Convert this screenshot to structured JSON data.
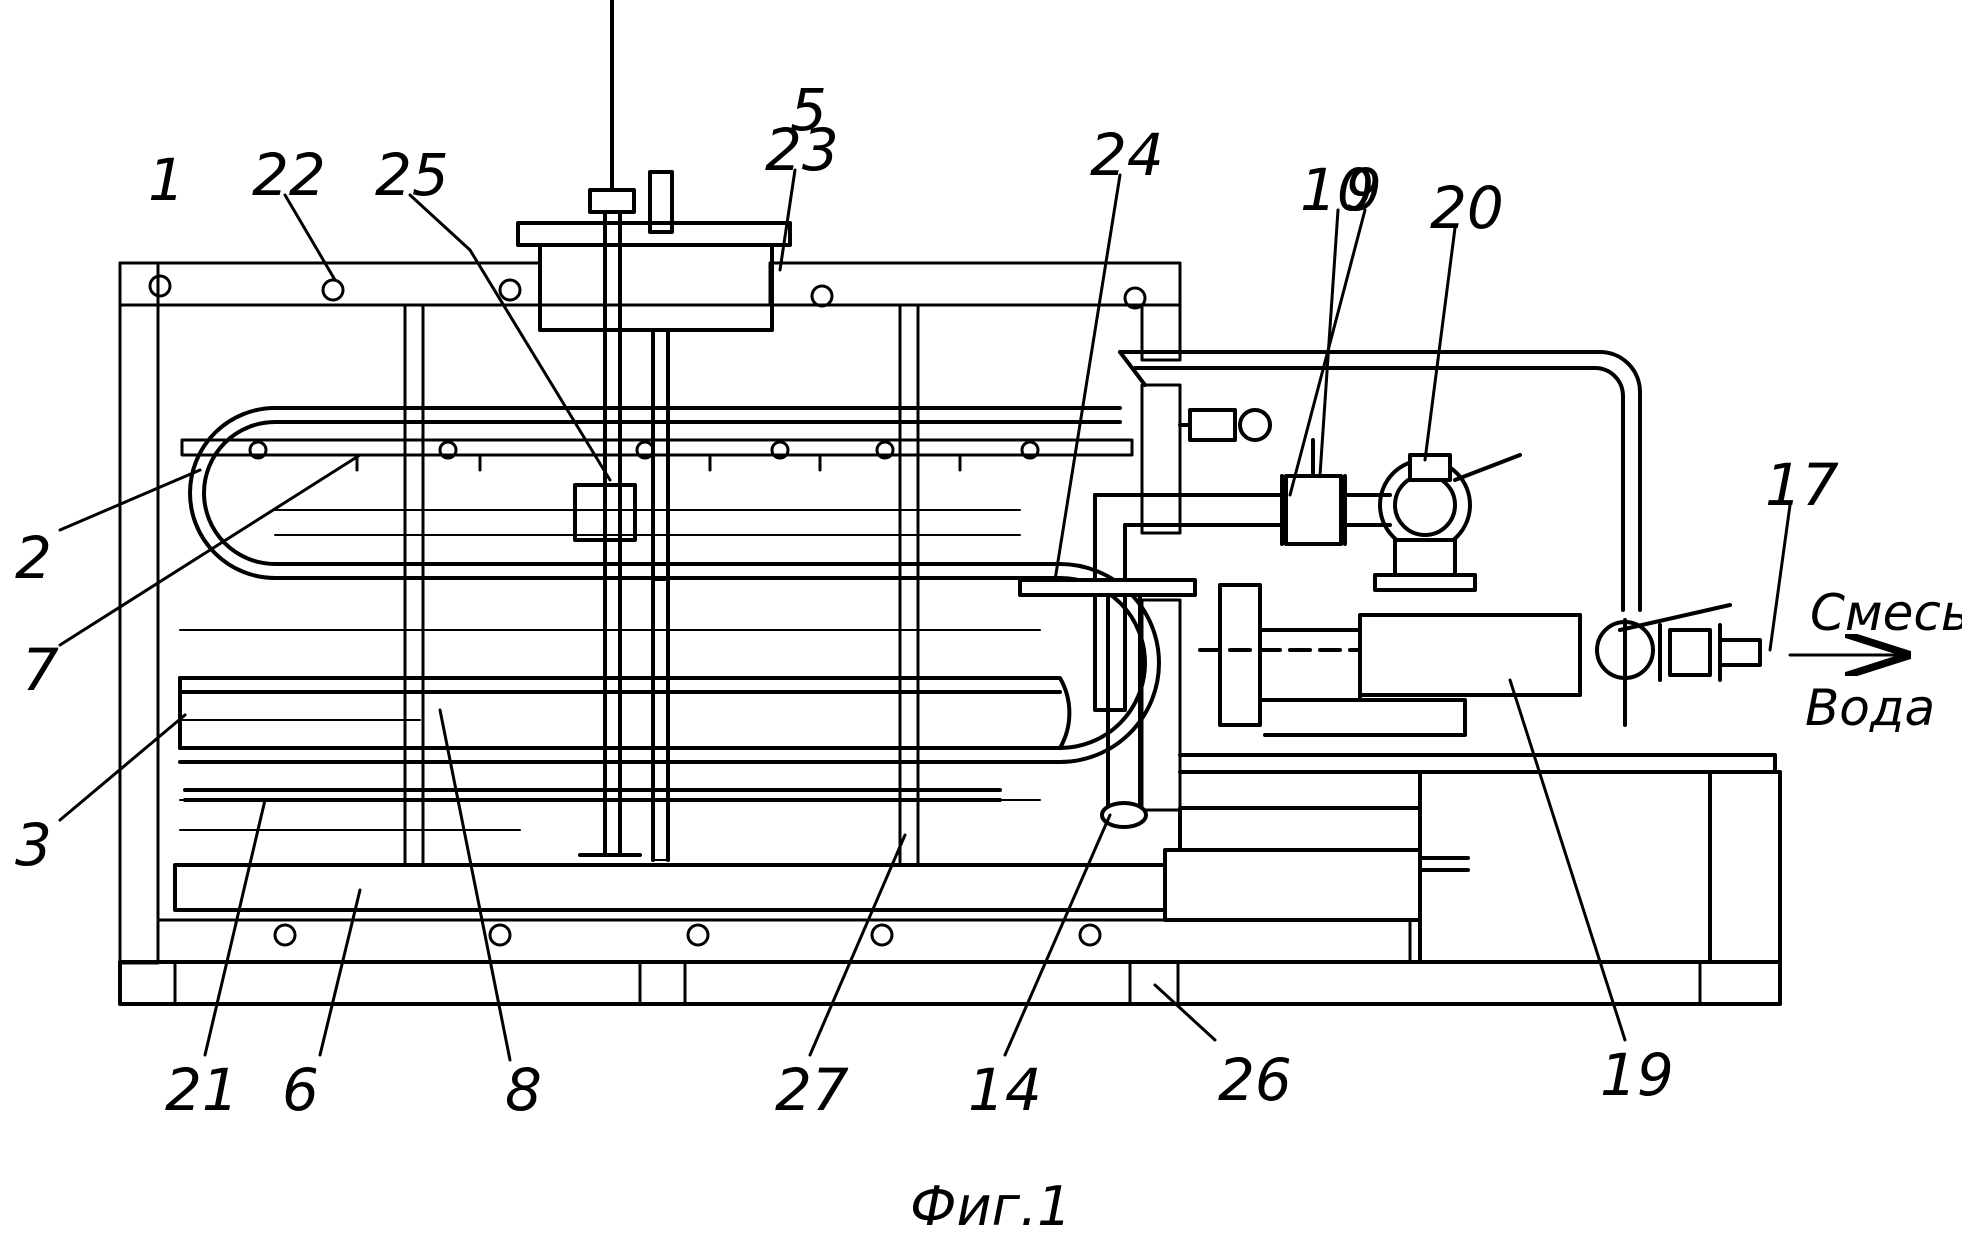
{
  "figure": {
    "caption": "Фиг.1",
    "flow_labels": [
      "Смесь",
      "Вода"
    ],
    "callouts": [
      {
        "id": "c1",
        "text": "1"
      },
      {
        "id": "c2",
        "text": "2"
      },
      {
        "id": "c3",
        "text": "3"
      },
      {
        "id": "c5",
        "text": "5"
      },
      {
        "id": "c6",
        "text": "6"
      },
      {
        "id": "c7",
        "text": "7"
      },
      {
        "id": "c8",
        "text": "8"
      },
      {
        "id": "c9",
        "text": "9"
      },
      {
        "id": "c10",
        "text": "10"
      },
      {
        "id": "c14",
        "text": "14"
      },
      {
        "id": "c17",
        "text": "17"
      },
      {
        "id": "c19",
        "text": "19"
      },
      {
        "id": "c20",
        "text": "20"
      },
      {
        "id": "c21",
        "text": "21"
      },
      {
        "id": "c22",
        "text": "22"
      },
      {
        "id": "c23",
        "text": "23"
      },
      {
        "id": "c24",
        "text": "24"
      },
      {
        "id": "c25",
        "text": "25"
      },
      {
        "id": "c26",
        "text": "26"
      },
      {
        "id": "c27",
        "text": "27"
      }
    ]
  }
}
